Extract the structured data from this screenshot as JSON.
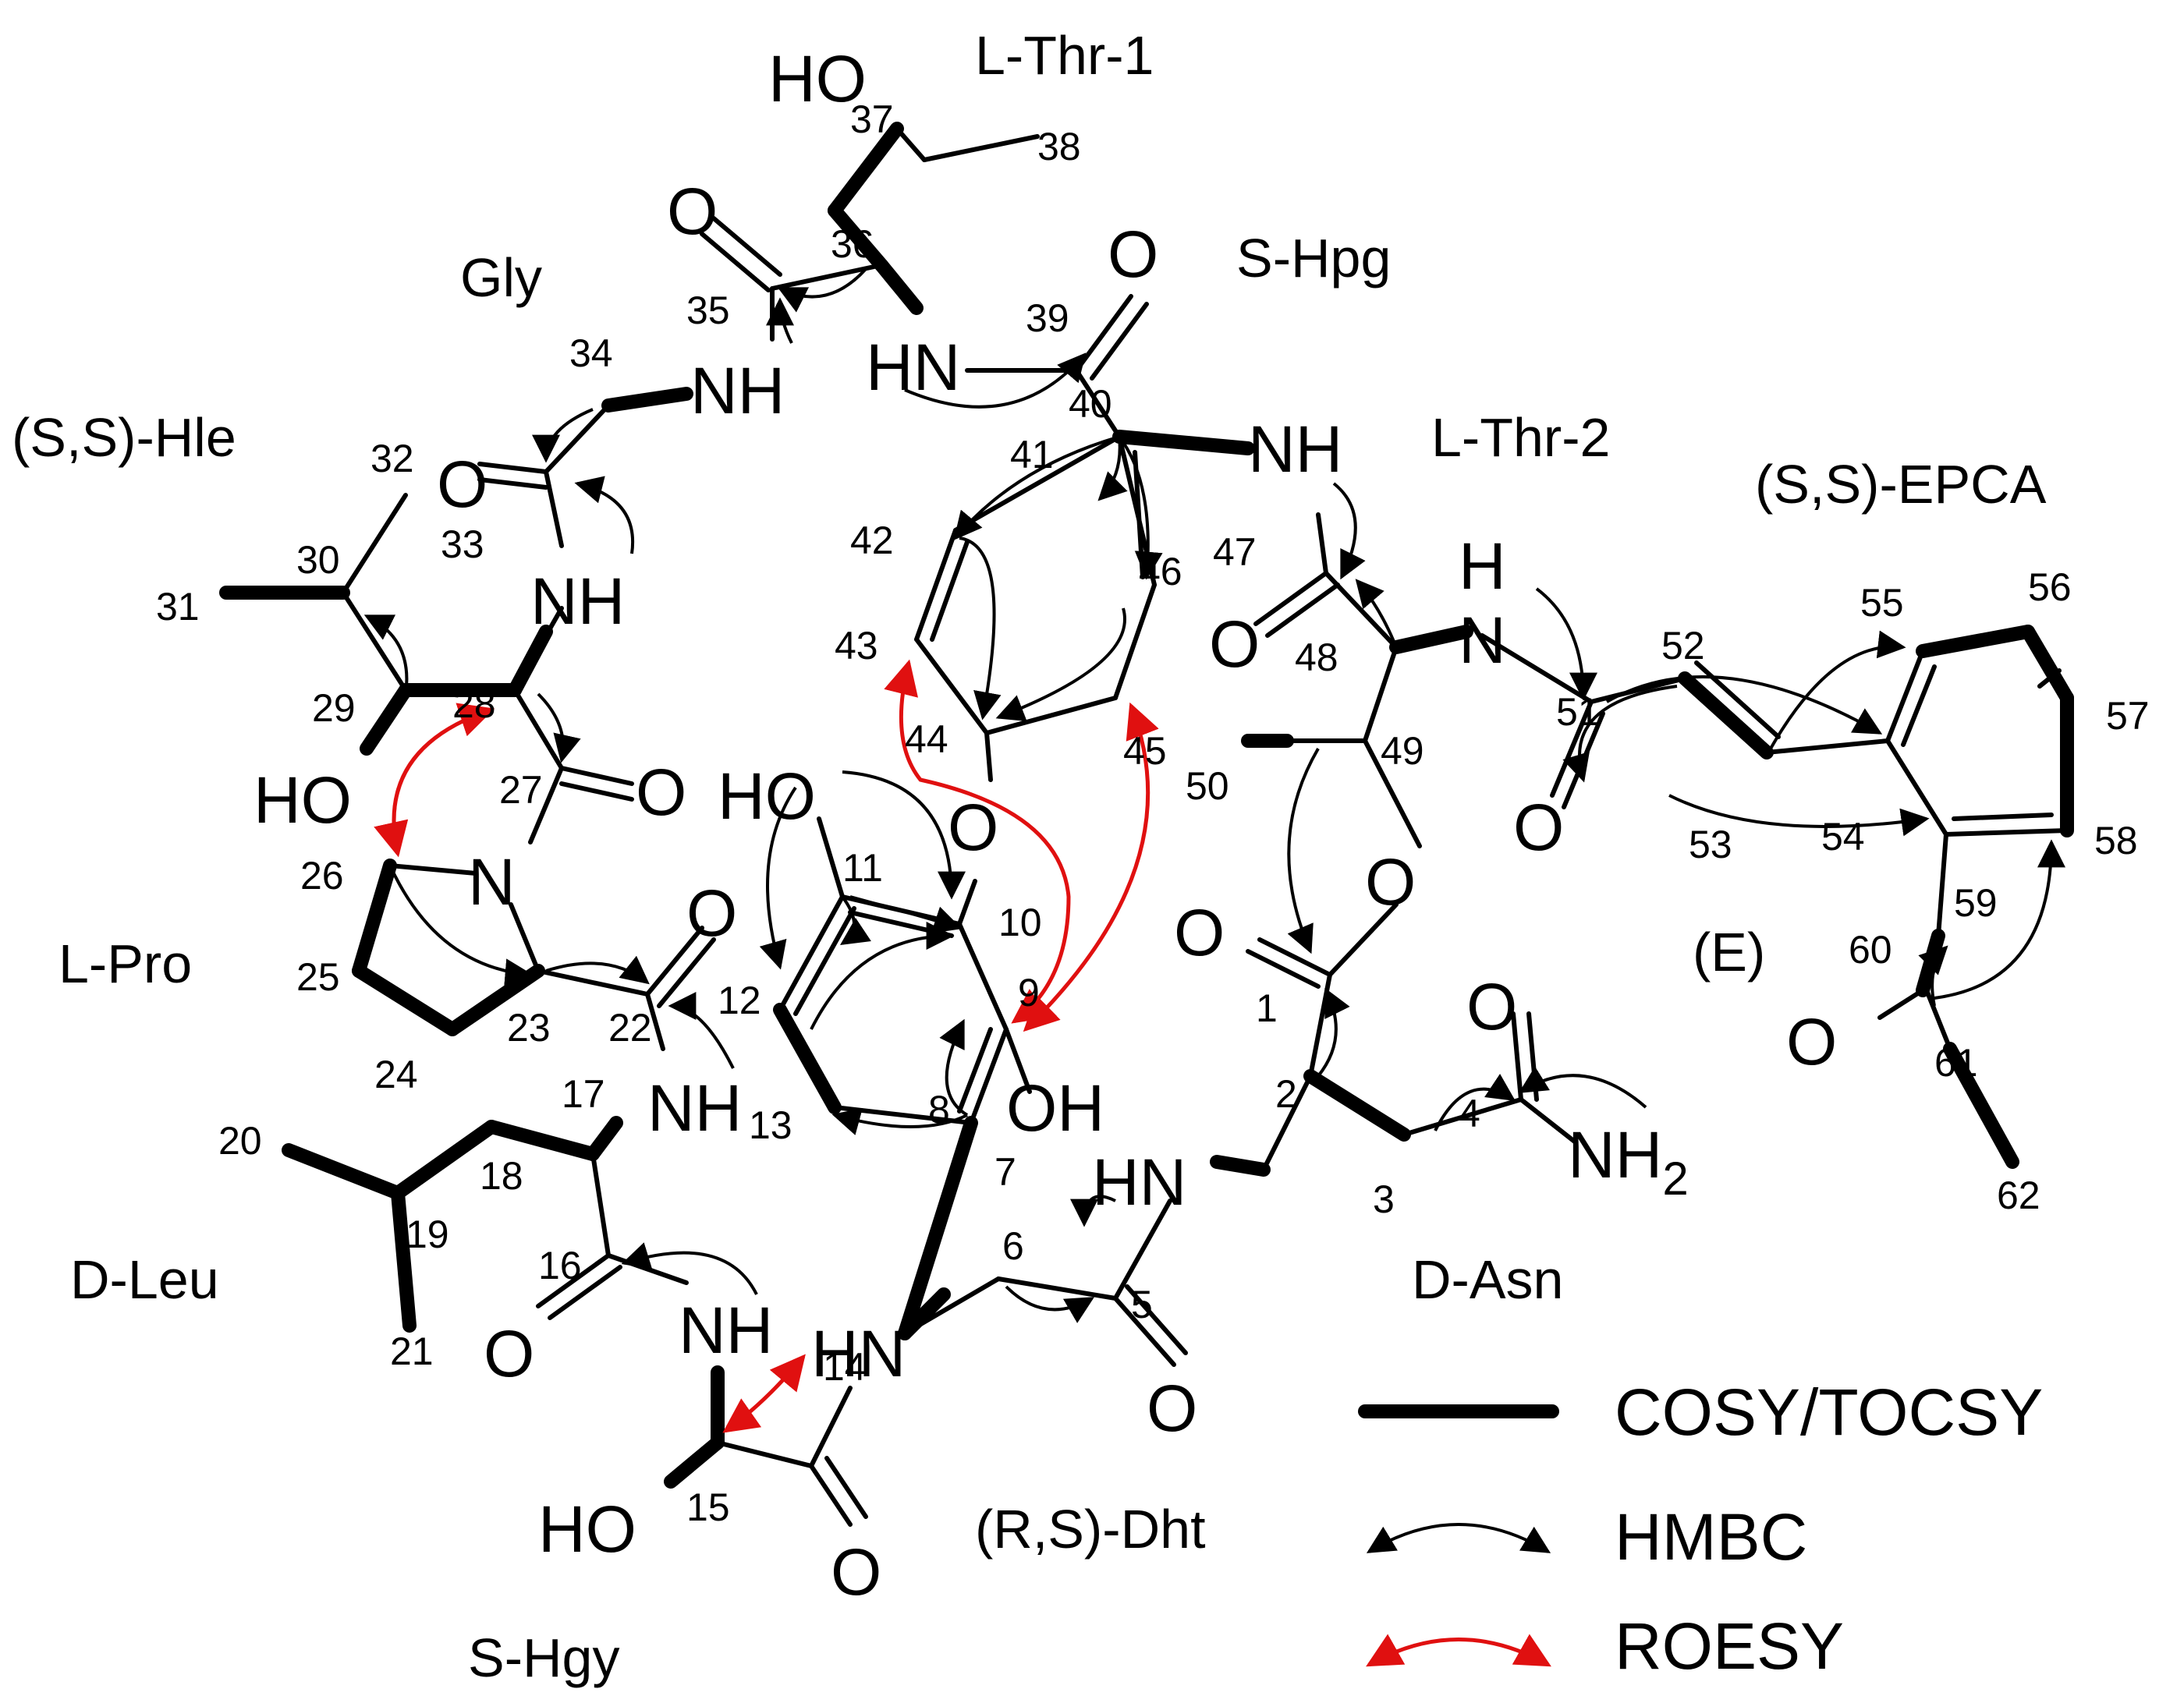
{
  "residues": {
    "thr1": "L-Thr-1",
    "gly": "Gly",
    "hpg": "S-Hpg",
    "hle": "(S,S)-Hle",
    "thr2": "L-Thr-2",
    "epca": "(S,S)-EPCA",
    "pro": "L-Pro",
    "leu": "D-Leu",
    "asn": "D-Asn",
    "dht": "(R,S)-Dht",
    "hgy": "S-Hgy",
    "e": "(E)"
  },
  "atoms": {
    "ho_thr1": "HO",
    "o35": "O",
    "o39": "O",
    "hn36": "HN",
    "nh34": "NH",
    "nh40": "NH",
    "o33": "O",
    "nh28": "NH",
    "o47": "O",
    "h_nh51": "H",
    "n_nh51": "N",
    "ho29": "HO",
    "o27": "O",
    "n_pro": "N",
    "ho11": "HO",
    "o_ether": "O",
    "o_lactone": "O",
    "o1": "O",
    "o51": "O",
    "o22": "O",
    "nh17": "NH",
    "oh9": "OH",
    "o4": "O",
    "nh2": "NH2",
    "hn2": "HN",
    "o16": "O",
    "nh15": "NH",
    "hn6": "HN",
    "o5": "O",
    "ho15": "HO",
    "o14": "O",
    "o_epox": "O"
  },
  "numbers": [
    "1",
    "2",
    "3",
    "4",
    "5",
    "6",
    "7",
    "8",
    "9",
    "10",
    "11",
    "12",
    "13",
    "14",
    "15",
    "16",
    "17",
    "18",
    "19",
    "20",
    "21",
    "22",
    "23",
    "24",
    "25",
    "26",
    "27",
    "28",
    "29",
    "30",
    "31",
    "32",
    "33",
    "34",
    "35",
    "36",
    "37",
    "38",
    "39",
    "40",
    "41",
    "42",
    "43",
    "44",
    "45",
    "46",
    "47",
    "48",
    "49",
    "50",
    "51",
    "52",
    "53",
    "54",
    "55",
    "56",
    "57",
    "58",
    "59",
    "60",
    "61",
    "62"
  ],
  "legend": {
    "cosy": "COSY/TOCSY",
    "hmbc": "HMBC",
    "roesy": "ROESY"
  },
  "colors": {
    "bond": "#000000",
    "roesy": "#e01010"
  }
}
